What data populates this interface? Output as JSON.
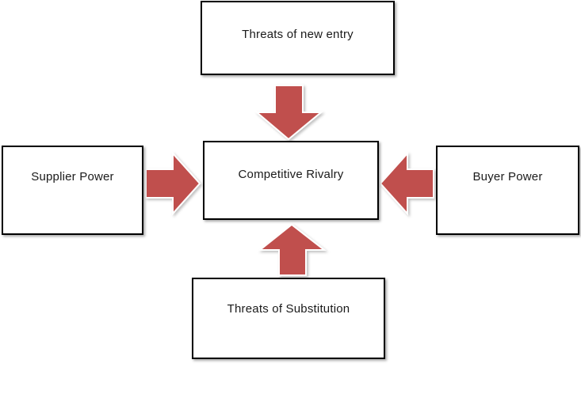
{
  "forces": {
    "new_entry": "Threats of new entry",
    "rivalry": "Competitive Rivalry",
    "supplier": "Supplier Power",
    "buyer": "Buyer Power",
    "substitution": "Threats of Substitution"
  },
  "colors": {
    "arrow_fill": "#c0504d",
    "arrow_stroke": "#ffffff",
    "box_border": "#000000"
  }
}
